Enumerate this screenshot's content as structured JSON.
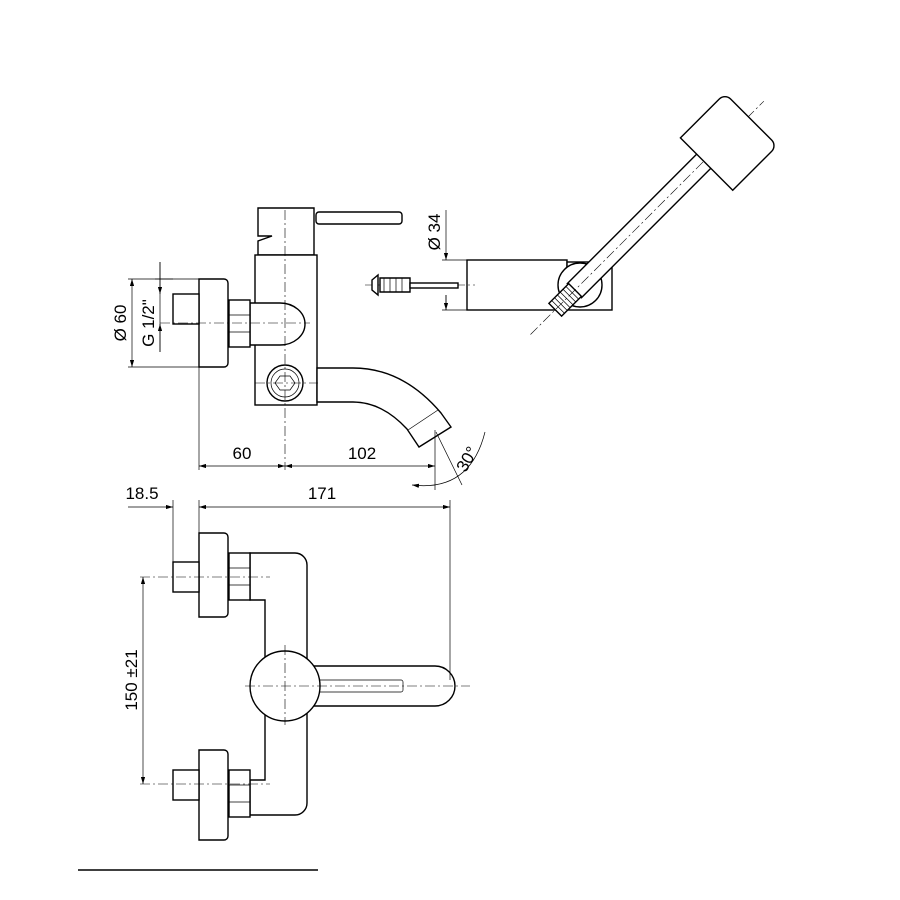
{
  "dimensions": {
    "flange_diameter": "Ø 60",
    "thread": "G 1/2\"",
    "holder_diameter": "Ø 34",
    "wall_to_axis": "60",
    "axis_to_spout": "102",
    "spout_angle": "30°",
    "inlet_length": "18.5",
    "total_projection": "171",
    "center_distance": "150 ±21"
  }
}
